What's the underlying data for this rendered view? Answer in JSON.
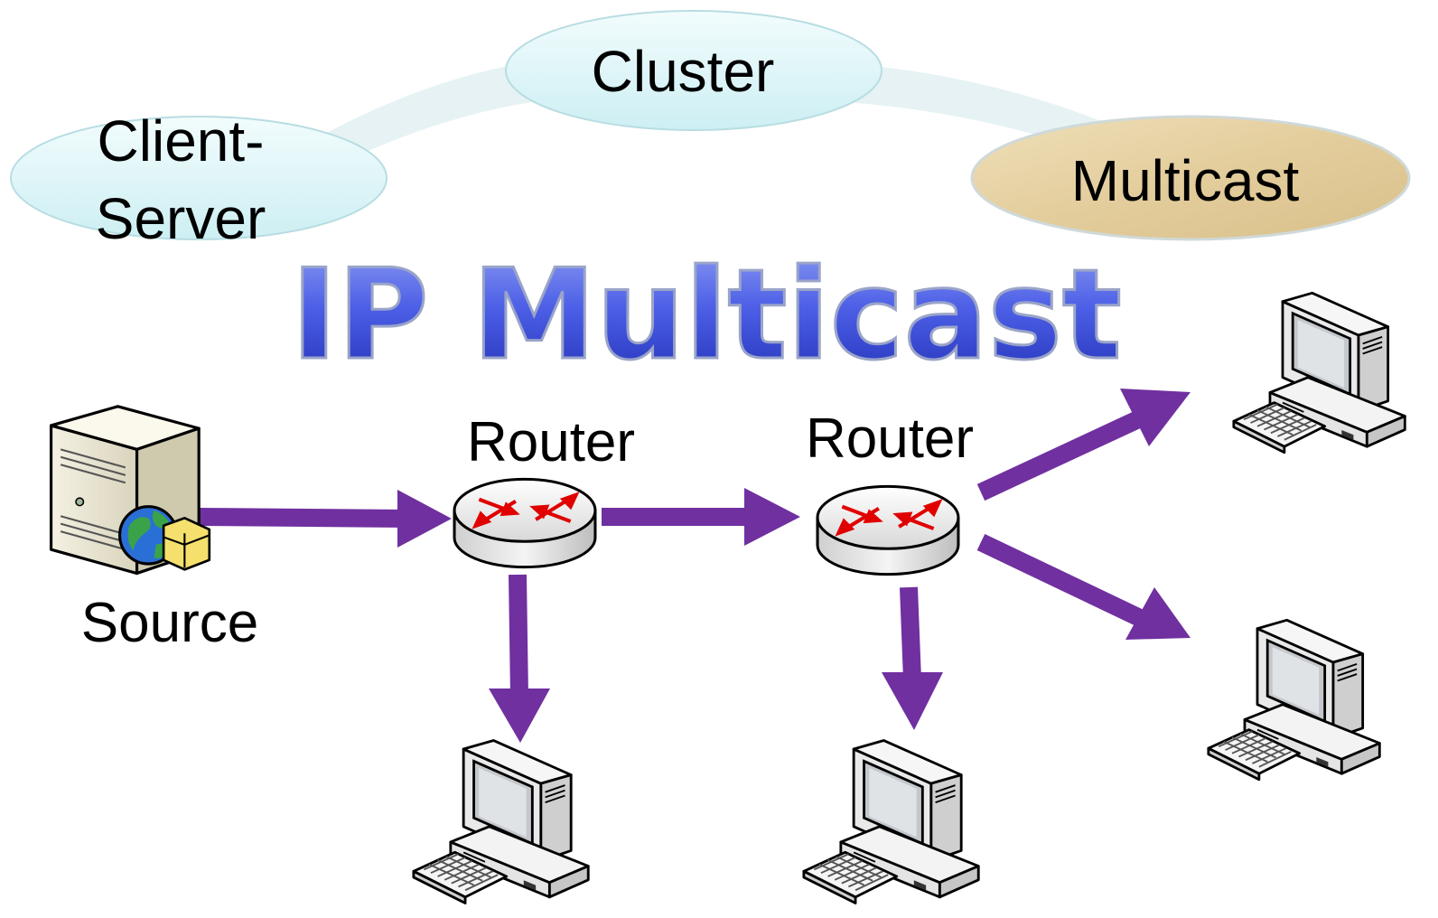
{
  "title": "IP Multicast",
  "steps": {
    "client_server": {
      "line1": "Client-",
      "line2": "Server"
    },
    "cluster": "Cluster",
    "multicast": "Multicast"
  },
  "nodes": {
    "source": "Source",
    "router1": "Router",
    "router2": "Router"
  },
  "colors": {
    "arrow": "#7030a0",
    "title_fill": "#3b4ee0",
    "ellipse_fill": "#dff6f8",
    "multicast_fill": "#e6d3a8",
    "router_arrows": "#e00000"
  },
  "icons": {
    "source": "server-globe-icon",
    "router": "router-icon",
    "client": "desktop-computer-icon"
  }
}
